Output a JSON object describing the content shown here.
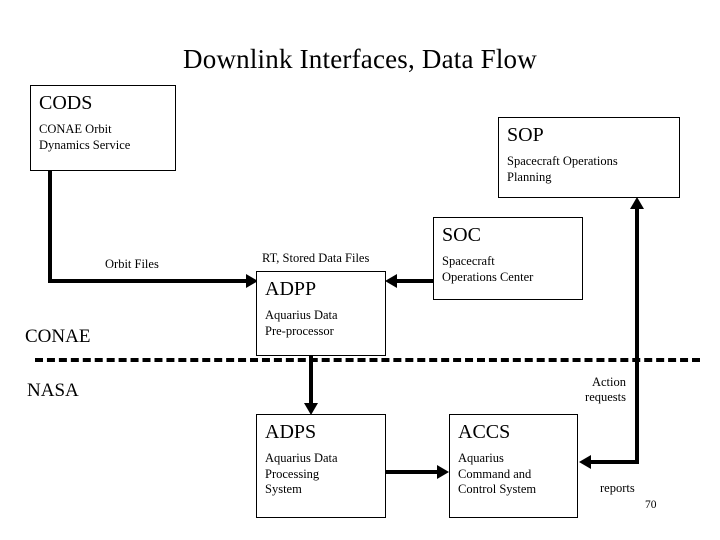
{
  "slide": {
    "title": "Downlink Interfaces, Data Flow",
    "page_number": "70"
  },
  "boxes": [
    {
      "id": "cods",
      "acronym": "CODS",
      "name": "CONAE Orbit\nDynamics Service"
    },
    {
      "id": "sop",
      "acronym": "SOP",
      "name": "Spacecraft Operations\nPlanning"
    },
    {
      "id": "soc",
      "acronym": "SOC",
      "name": "Spacecraft\nOperations Center"
    },
    {
      "id": "adpp",
      "acronym": "ADPP",
      "name": "Aquarius Data\nPre-processor"
    },
    {
      "id": "adps",
      "acronym": "ADPS",
      "name": "Aquarius Data\nProcessing\nSystem"
    },
    {
      "id": "accs",
      "acronym": "ACCS",
      "name": "Aquarius\nCommand and\nControl System"
    }
  ],
  "flow_labels": {
    "orbit_files": "Orbit Files",
    "rt_stored_data_files": "RT, Stored Data Files",
    "action_requests": "Action\nrequests",
    "reports": "reports"
  },
  "zones": {
    "upper": "CONAE",
    "lower": "NASA"
  },
  "colors": {
    "ink": "#000000",
    "background": "#ffffff"
  }
}
